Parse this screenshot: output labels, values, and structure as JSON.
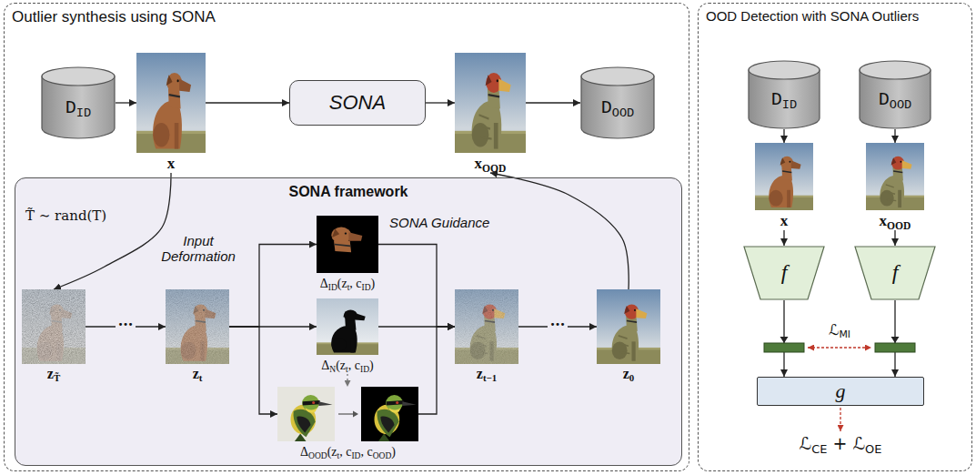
{
  "diagram": {
    "nodes": [
      {
        "text": [
          "Outlier synthesis using SONA"
        ]
      },
      {
        "text": [
          "DID"
        ],
        "in": 0
      },
      {
        "text": [
          "x"
        ],
        "in": 0
      },
      {
        "text": [
          "SONA"
        ],
        "in": 0
      },
      {
        "text": [
          "xOOD"
        ],
        "in": 0
      },
      {
        "text": [
          "DOOD"
        ],
        "in": 0
      },
      {
        "text": [
          "SONA framework"
        ],
        "in": 0
      },
      {
        "text": [
          "zT̃"
        ],
        "in": 6
      },
      {
        "text": [
          "zt"
        ],
        "in": 6
      },
      {
        "text": [
          "ΔID(zt, cID)"
        ],
        "in": 6
      },
      {
        "text": [
          "ΔN(zt, cID)"
        ],
        "in": 6
      },
      {
        "text": [
          "ΔOOD(zt, cID, cOOD)"
        ],
        "in": 6
      },
      {
        "text": [
          "zt−1"
        ],
        "in": 6
      },
      {
        "text": [
          "z0"
        ],
        "in": 6
      },
      {
        "text": [
          "OOD Detection with SONA Outliers"
        ]
      },
      {
        "text": [
          "DID"
        ],
        "in": 14
      },
      {
        "text": [
          "DOOD"
        ],
        "in": 14
      },
      {
        "text": [
          "x"
        ],
        "in": 14
      },
      {
        "text": [
          "xOOD"
        ],
        "in": 14
      },
      {
        "text": [
          "f"
        ],
        "in": 14
      },
      {
        "text": [
          "f"
        ],
        "in": 14
      },
      {
        "text": [
          "g"
        ],
        "in": 14
      }
    ],
    "edges": [
      {
        "from": 1,
        "to": 2,
        "arrow": "to"
      },
      {
        "from": 2,
        "to": 3,
        "arrow": "to"
      },
      {
        "from": 3,
        "to": 4,
        "arrow": "to"
      },
      {
        "from": 4,
        "to": 5,
        "arrow": "to"
      },
      {
        "from": 2,
        "to": 7,
        "arrow": "to"
      },
      {
        "from": 7,
        "to": 8,
        "label": "···",
        "arrow": "to"
      },
      {
        "from": 8,
        "to": 9,
        "arrow": "to"
      },
      {
        "from": 8,
        "to": 10,
        "arrow": "to"
      },
      {
        "from": 8,
        "to": 11,
        "arrow": "to"
      },
      {
        "from": 10,
        "to": 11,
        "arrow": "to"
      },
      {
        "from": 9,
        "to": 12,
        "arrow": "to"
      },
      {
        "from": 10,
        "to": 12,
        "arrow": "to"
      },
      {
        "from": 11,
        "to": 12,
        "arrow": "to"
      },
      {
        "from": 12,
        "to": 13,
        "label": "···",
        "arrow": "to"
      },
      {
        "from": 13,
        "to": 4,
        "arrow": "to"
      },
      {
        "from": 15,
        "to": 17,
        "arrow": "to"
      },
      {
        "from": 16,
        "to": 18,
        "arrow": "to"
      },
      {
        "from": 17,
        "to": 19,
        "arrow": "to"
      },
      {
        "from": 18,
        "to": 20,
        "arrow": "to"
      },
      {
        "from": 19,
        "to": 21,
        "arrow": "to"
      },
      {
        "from": 20,
        "to": 21,
        "arrow": "to"
      }
    ],
    "labels": [
      "T̃ ∼ rand(T)",
      "Input Deformation",
      "SONA Guidance",
      "ℒMI",
      "ℒCE + ℒOE"
    ]
  }
}
